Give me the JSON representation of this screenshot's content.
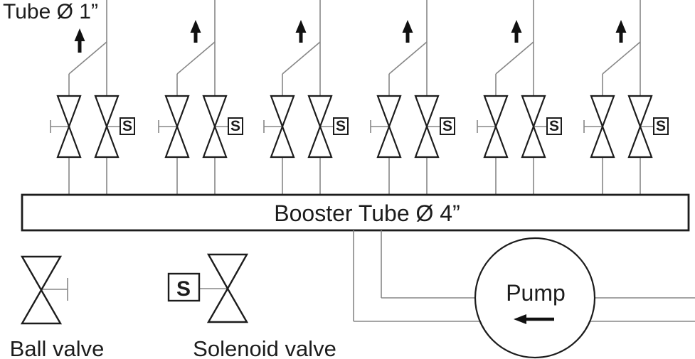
{
  "labels": {
    "tube_title": "Tube Ø 1”",
    "booster_tube": "Booster Tube Ø 4”",
    "pump": "Pump"
  },
  "branches": {
    "count": 6,
    "solenoid_letter": "S"
  },
  "legend": {
    "ball_valve_label": "Ball valve",
    "solenoid_valve_label": "Solenoid valve",
    "solenoid_letter": "S"
  },
  "colors": {
    "background": "#ffffff",
    "pipe": "#878787",
    "symbol": "#1c1c1c",
    "text": "#1c1c1c"
  }
}
